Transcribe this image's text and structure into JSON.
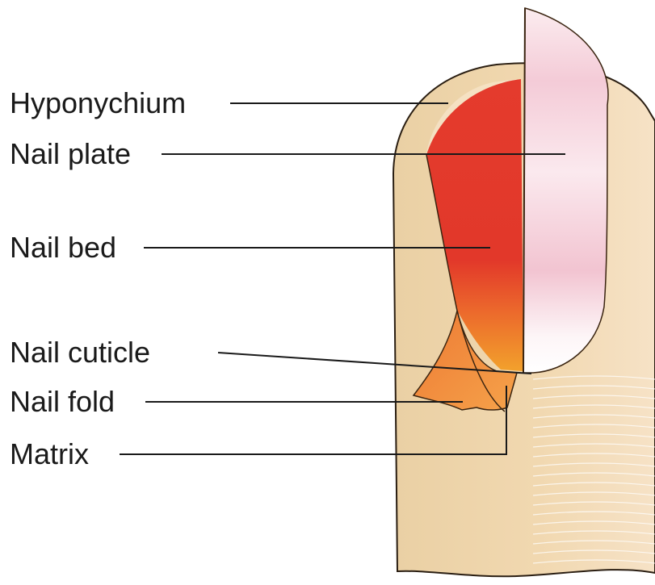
{
  "labels": {
    "hyponychium": "Hyponychium",
    "nail_plate": "Nail plate",
    "nail_bed": "Nail bed",
    "nail_cuticle": "Nail cuticle",
    "nail_fold": "Nail fold",
    "matrix": "Matrix"
  },
  "colors": {
    "skin": "#f0d4aa",
    "skin_outline": "#2a1e12",
    "nail_bed_red": "#e23a2b",
    "matrix_orange": "#f19a2a",
    "nail_plate_pink": "#f7dbe3",
    "text": "#1a1a1a"
  }
}
